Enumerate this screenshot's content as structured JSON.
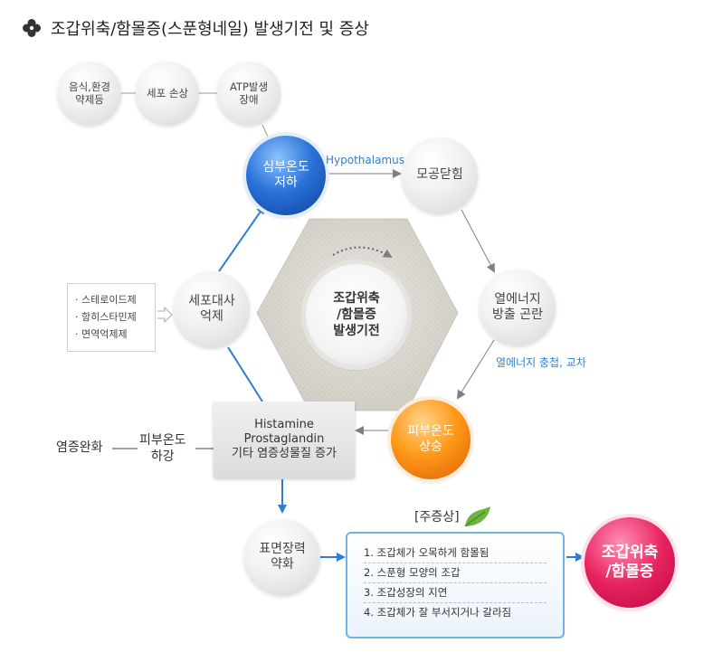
{
  "title": "조갑위축/함몰증(스푼형네일) 발생기전 및 증상",
  "causes": [
    "음식,환경\n약제등",
    "세포 손상",
    "ATP발생\n장애"
  ],
  "nodes": {
    "skin_temp_drop": "심부온도\n저하",
    "pore_close": "모공닫힘",
    "heat_release": "열에너지\n방출 곤란",
    "skin_temp_rise": "피부온도\n상승",
    "cell_metab": "세포대사\n억제",
    "surface_tension": "표면장력\n약화",
    "center": "조갑위축\n/함몰증\n발생기전",
    "result": "조갑위축\n/함몰증"
  },
  "labels": {
    "hypothalamus": "Hypothalamus",
    "heat_accum": "열에너지 충첩, 교차",
    "inflam_relief": "염증완화",
    "skin_temp_down": "피부온도\n하강"
  },
  "drugs": [
    "· 스테로이드제",
    "· 항히스타민제",
    "· 면역억제제"
  ],
  "histamine_box": [
    "Histamine",
    "Prostaglandin",
    "기타 염증성물질 증가"
  ],
  "symptoms": {
    "title": "[주증상]",
    "items": [
      "1. 조갑체가 오목하게 함몰됨",
      "2. 스푼형 모양의 조갑",
      "3. 조갑성장의 지연",
      "4. 조갑체가 잘 부서지거나 갈라짐"
    ]
  },
  "colors": {
    "arrow_blue": "#2e7fd1",
    "arrow_gray": "#8a8a8a",
    "blue_node": "#2b74d9",
    "orange_node": "#ff9a1a",
    "pink_node": "#e8225e",
    "symptom_border": "#6fb2e4"
  }
}
